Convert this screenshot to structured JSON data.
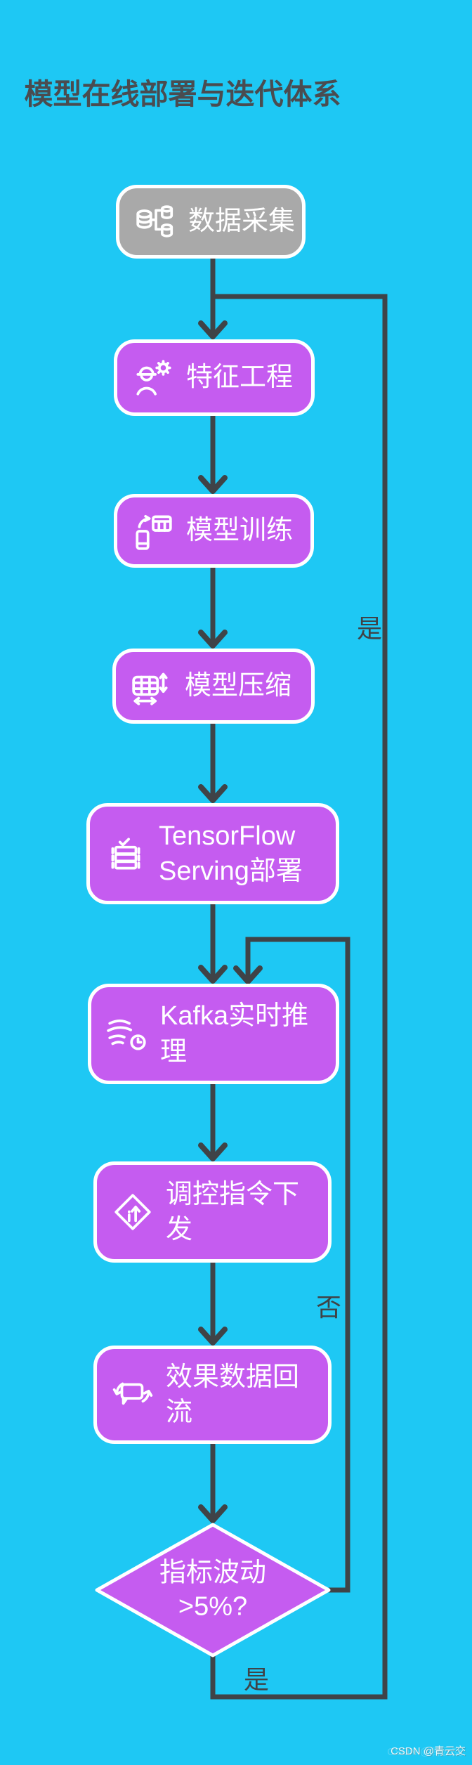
{
  "title": "模型在线部署与迭代体系",
  "colors": {
    "background": "#1ec8f4",
    "node_purple": "#c55cf0",
    "node_gray": "#a9a9a9",
    "node_border": "#ffffff",
    "node_text": "#ffffff",
    "edge": "#3f4347",
    "title_text": "#4a4c50"
  },
  "nodes": [
    {
      "id": "data-collection",
      "label": "数据采集",
      "icon": "database-collect-icon",
      "shape": "rounded-rect",
      "color": "gray"
    },
    {
      "id": "feature-engineering",
      "label": "特征工程",
      "icon": "engineer-gear-icon",
      "shape": "rounded-rect",
      "color": "purple"
    },
    {
      "id": "model-training",
      "label": "模型训练",
      "icon": "device-sync-table-icon",
      "shape": "rounded-rect",
      "color": "purple"
    },
    {
      "id": "model-compression",
      "label": "模型压缩",
      "icon": "table-resize-icon",
      "shape": "rounded-rect",
      "color": "purple"
    },
    {
      "id": "tf-serving-deploy",
      "label": "TensorFlow Serving部署",
      "icon": "server-check-icon",
      "shape": "rounded-rect",
      "color": "purple"
    },
    {
      "id": "kafka-realtime-inference",
      "label": "Kafka实时推理",
      "icon": "stream-clock-icon",
      "shape": "rounded-rect",
      "color": "purple"
    },
    {
      "id": "control-command-dispatch",
      "label": "调控指令下发",
      "icon": "sign-up-arrow-icon",
      "shape": "rounded-rect",
      "color": "purple"
    },
    {
      "id": "effect-data-backflow",
      "label": "效果数据回流",
      "icon": "bubble-refresh-icon",
      "shape": "rounded-rect",
      "color": "purple"
    },
    {
      "id": "metric-fluctuation-decision",
      "label": "指标波动>5%?",
      "icon": null,
      "shape": "diamond",
      "color": "purple"
    }
  ],
  "edge_labels": {
    "yes_top": "是",
    "no": "否",
    "yes_bottom": "是"
  },
  "watermark": "CSDN @青云交"
}
